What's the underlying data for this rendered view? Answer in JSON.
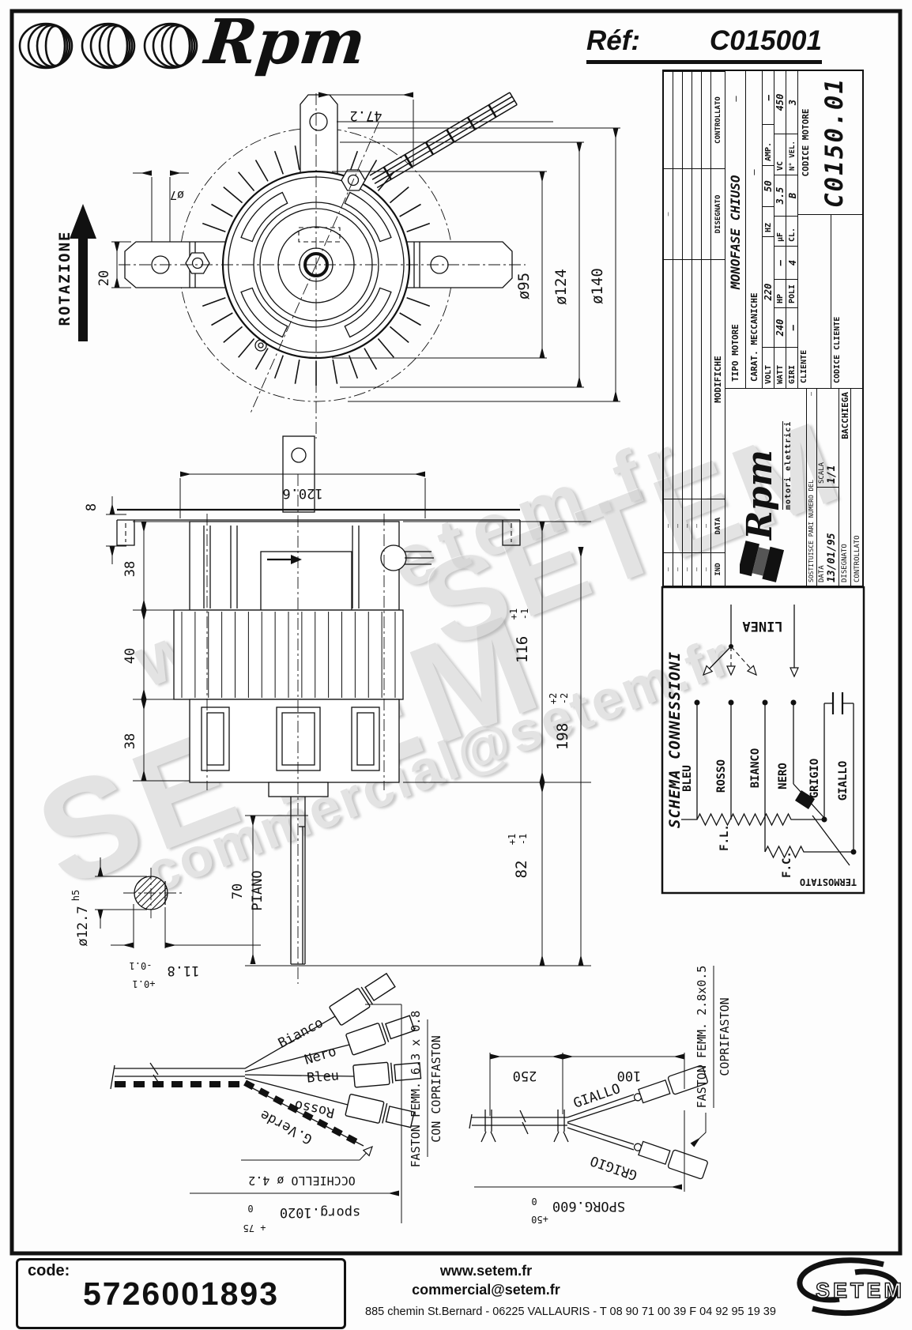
{
  "header": {
    "brand": "Rpm",
    "ref_label": "Réf:",
    "ref_value": "C015001"
  },
  "front_view": {
    "rotazione": "ROTAZIONE",
    "dim_47_2": "47.2",
    "dim_o7": "ø7",
    "dim_20": "20",
    "dim_o95": "ø95",
    "dim_o124": "ø124",
    "dim_o140": "ø140"
  },
  "side_view": {
    "dim_120_6": "120.6",
    "dim_8": "8",
    "dim_38a": "38",
    "dim_40": "40",
    "dim_38b": "38",
    "dim_116": "116",
    "tol_116_p": "+1",
    "tol_116_m": "-1",
    "dim_198": "198",
    "tol_198_p": "+2",
    "tol_198_m": "-2",
    "dim_82": "82",
    "tol_82_p": "+1",
    "tol_82_m": "-1",
    "dim_70": "70",
    "piano": "PIANO"
  },
  "shaft_detail": {
    "dim_dia": "ø12.7",
    "fit": "h5",
    "dim_flat": "11.8",
    "tol_p": "+0.1",
    "tol_m": "-0.1"
  },
  "title_block": {
    "revision": {
      "ind": "IND",
      "data": "DATA",
      "modifiche": "MODIFICHE",
      "disegnato": "DISEGNATO",
      "controllato": "CONTROLLATO",
      "dash": "–"
    },
    "tipo_label": "TIPO MOTORE",
    "tipo_value": "MONOFASE CHIUSO",
    "tipo_extra": "–",
    "carat_label": "CARAT. MECCANICHE",
    "carat_value": "–",
    "volt_label": "VOLT",
    "volt": "220",
    "hz_label": "HZ",
    "hz": "50",
    "amp_label": "AMP.",
    "amp": "–",
    "watt_label": "WATT",
    "watt": "240",
    "hp_label": "HP",
    "hp": "–",
    "uf_label": "µF",
    "uf": "3.5",
    "vc_label": "VC",
    "vc": "450",
    "giri_label": "GIRI",
    "giri": "–",
    "poli_label": "POLI",
    "poli": "4",
    "cl_label": "CL.",
    "cl": "B",
    "nvel_label": "N° VEL.",
    "nvel": "3",
    "cliente_label": "CLIENTE",
    "codice_cliente_label": "CODICE CLIENTE",
    "codice_motore_label": "CODICE MOTORE",
    "codice_motore": "C0150.01",
    "logo_brand": "Rpm",
    "logo_sub": "motori elettrici",
    "sostituisce_label": "SOSTITUISCE PARI NUMERO DEL",
    "sostituisce_value": "–",
    "data_label": "DATA",
    "data_value": "13/01/95",
    "scala_label": "SCALA",
    "scala_value": "1/1",
    "disegnato_label": "DISEGNATO",
    "disegnato_value": "BACCHIEGA",
    "controllato_label": "CONTROLLATO"
  },
  "schema": {
    "title": "SCHEMA CONNESSIONI",
    "linea": "LINEA",
    "bleu": "BLEU",
    "rosso": "ROSSO",
    "bianco": "BIANCO",
    "nero": "NERO",
    "grigio": "GRIGIO",
    "giallo": "GIALLO",
    "fl": "F.L.",
    "fc": "F.C.",
    "termostato": "TERMOSTATO"
  },
  "harness_left": {
    "bianco": "Bianco",
    "nero": "Nero",
    "bleu": "Bleu",
    "rosso": "Rosso",
    "gverde": "G.Verde",
    "occhiello": "OCCHIELLO ø 4.2",
    "faston_line1": "FASTON FEMM. 6.3 x 0.8",
    "faston_line2": "CON COPRIFASTON",
    "sporg": "sporg.1020",
    "sporg_tol_zero": "0",
    "sporg_tol_plus": "+ 75"
  },
  "harness_right": {
    "giallo": "GIALLO",
    "grigio": "GRIGIO",
    "dim_250": "250",
    "dim_100": "100",
    "sporg": "SPORG.600",
    "sporg_tol_zero": "0",
    "sporg_tol_plus": "+50",
    "faston_line1": "FASTON FEMM. 2.8x0.5",
    "faston_line2": "COPRIFASTON"
  },
  "watermarks": {
    "wm1": "www.setem.fr",
    "wm2": "SETEM",
    "wm3": "SETEM",
    "wm4": "commercial@setem.fr"
  },
  "footer": {
    "code_label": "code:",
    "code_value": "5726001893",
    "site": "www.setem.fr",
    "email": "commercial@setem.fr",
    "address": "885 chemin St.Bernard  -  06225 VALLAURIS  -  T 08 90 71 00 39   F 04 92 95 19 39",
    "logo": "SETEM"
  }
}
